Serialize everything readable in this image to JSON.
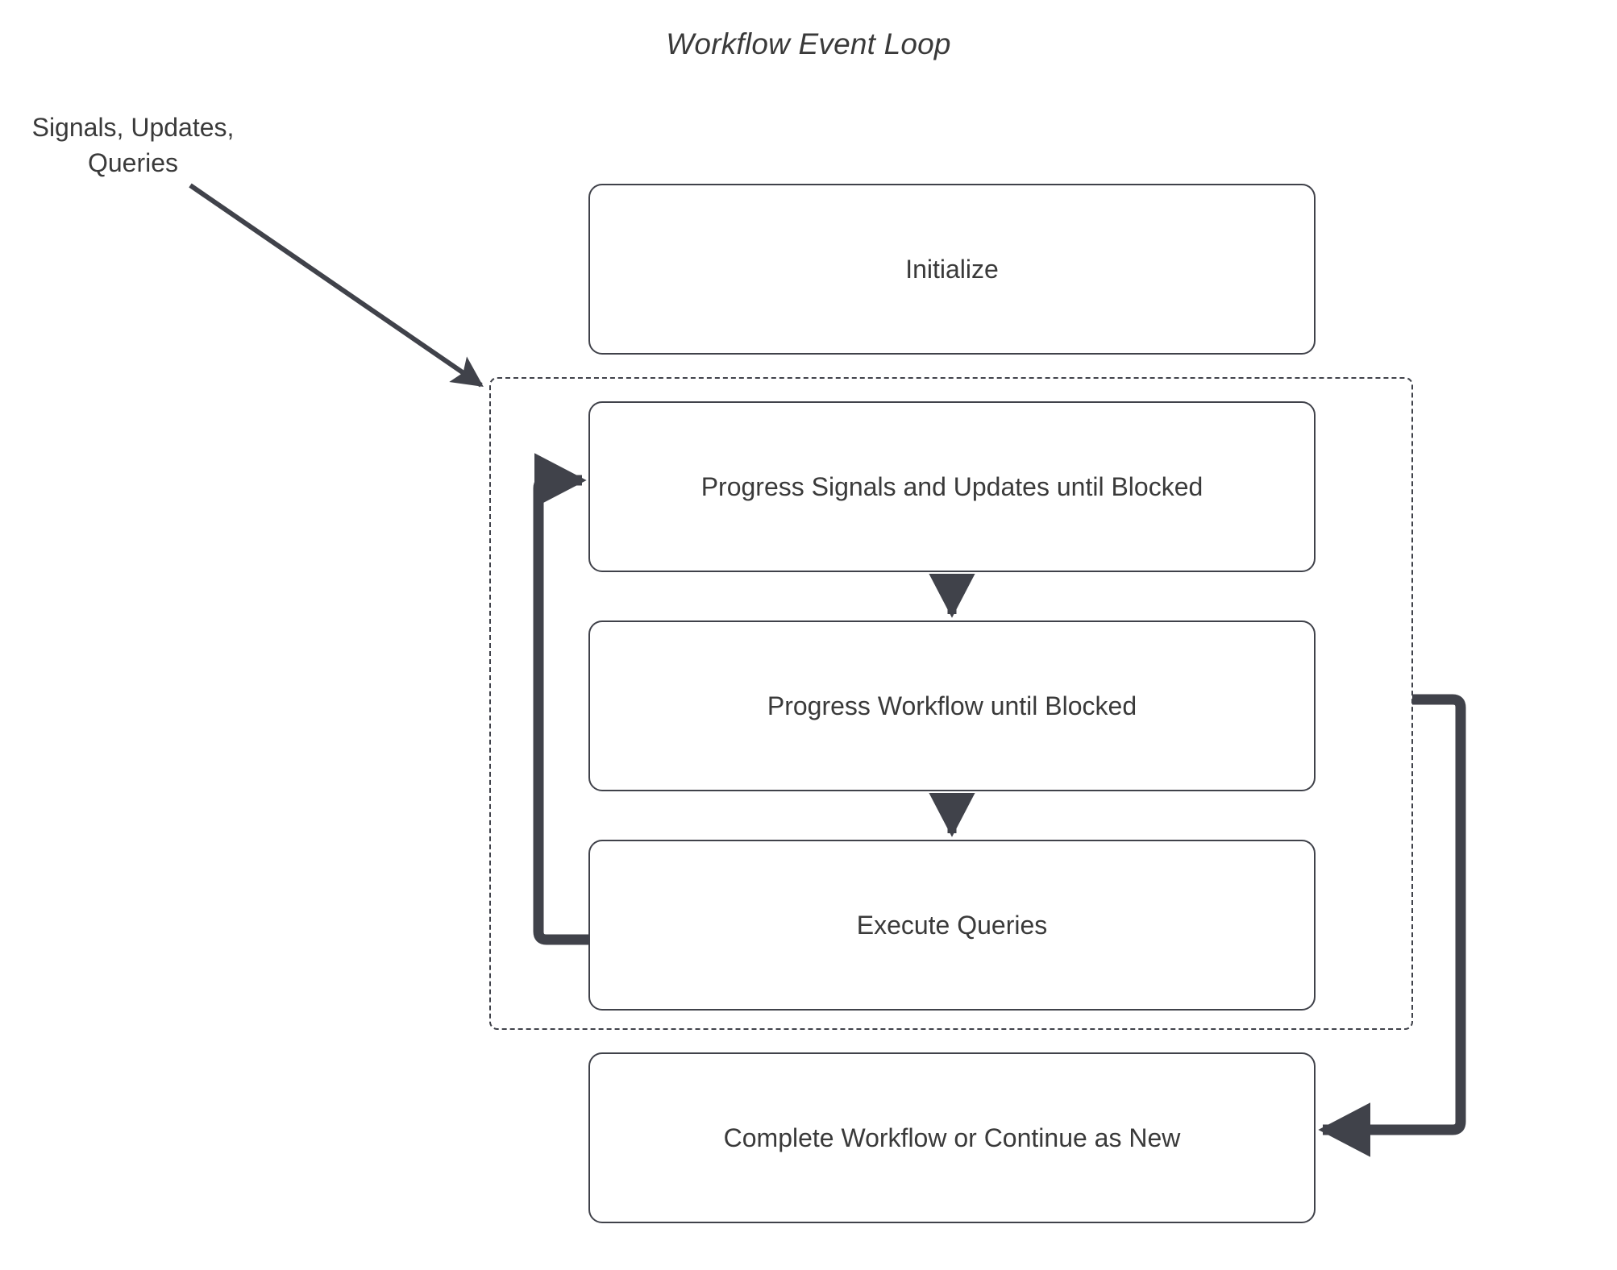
{
  "diagram": {
    "title": "Workflow Event Loop",
    "type": "flowchart",
    "background_color": "#ffffff",
    "stroke_color": "#40424a",
    "text_color": "#3a3a3a",
    "external_label": "Signals, Updates,\nQueries",
    "loop_group": {
      "name": "event-loop-group",
      "border_style": "dashed"
    },
    "nodes": [
      {
        "id": "initialize",
        "label": "Initialize"
      },
      {
        "id": "progress_signals_updates",
        "label": "Progress Signals and Updates until Blocked"
      },
      {
        "id": "progress_workflow",
        "label": "Progress Workflow until Blocked"
      },
      {
        "id": "execute_queries",
        "label": "Execute Queries"
      },
      {
        "id": "complete_workflow",
        "label": "Complete Workflow or Continue as New"
      }
    ],
    "edges": [
      {
        "id": "signals-into-loop",
        "from": "external_label",
        "to": "loop_group",
        "style": "thin-diagonal-arrow"
      },
      {
        "id": "su-to-wf",
        "from": "progress_signals_updates",
        "to": "progress_workflow",
        "style": "vertical-arrow"
      },
      {
        "id": "wf-to-eq",
        "from": "progress_workflow",
        "to": "execute_queries",
        "style": "vertical-arrow"
      },
      {
        "id": "eq-back-to-su",
        "from": "execute_queries",
        "to": "progress_signals_updates",
        "style": "thick-left-loop-arrow"
      },
      {
        "id": "loop-to-complete",
        "from": "loop_group",
        "to": "complete_workflow",
        "style": "thick-right-return-arrow"
      }
    ]
  }
}
